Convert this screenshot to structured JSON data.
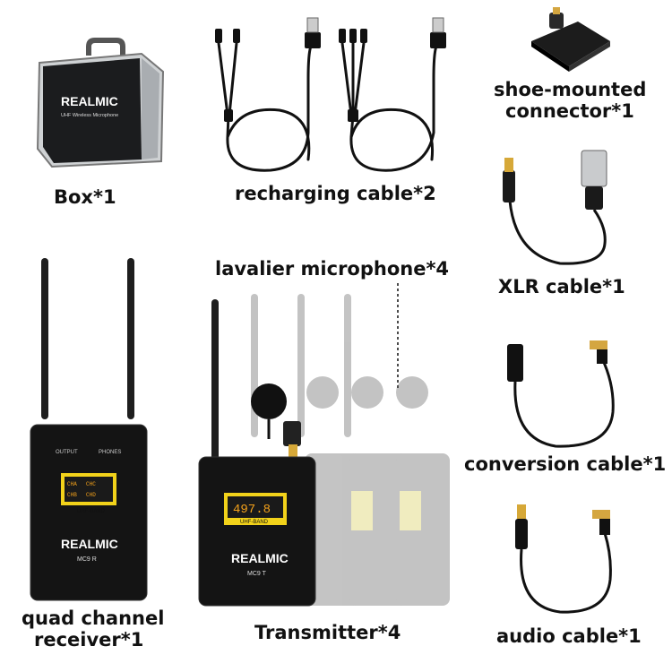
{
  "brand": {
    "name": "REALMIC",
    "case_subtitle": "UHF Wireless Microphone",
    "receiver_model": "MC9 R",
    "transmitter_model": "MC9 T",
    "band": "UHF-BAND",
    "receiver_output": "OUTPUT",
    "receiver_phones": "PHONES",
    "display_freq": "497.8",
    "channels": [
      "CHA",
      "CHC",
      "CHB",
      "CHD"
    ]
  },
  "labels": {
    "box": "Box*1",
    "recharging_cable": "recharging cable*2",
    "shoe_line1": "shoe-mounted",
    "shoe_line2": "connector*1",
    "xlr_cable": "XLR cable*1",
    "lavalier": "lavalier microphone*4",
    "conversion_cable": "conversion cable*1",
    "receiver_line1": "quad channel",
    "receiver_line2": "receiver*1",
    "transmitter": "Transmitter*4",
    "audio_cable": "audio cable*1"
  }
}
